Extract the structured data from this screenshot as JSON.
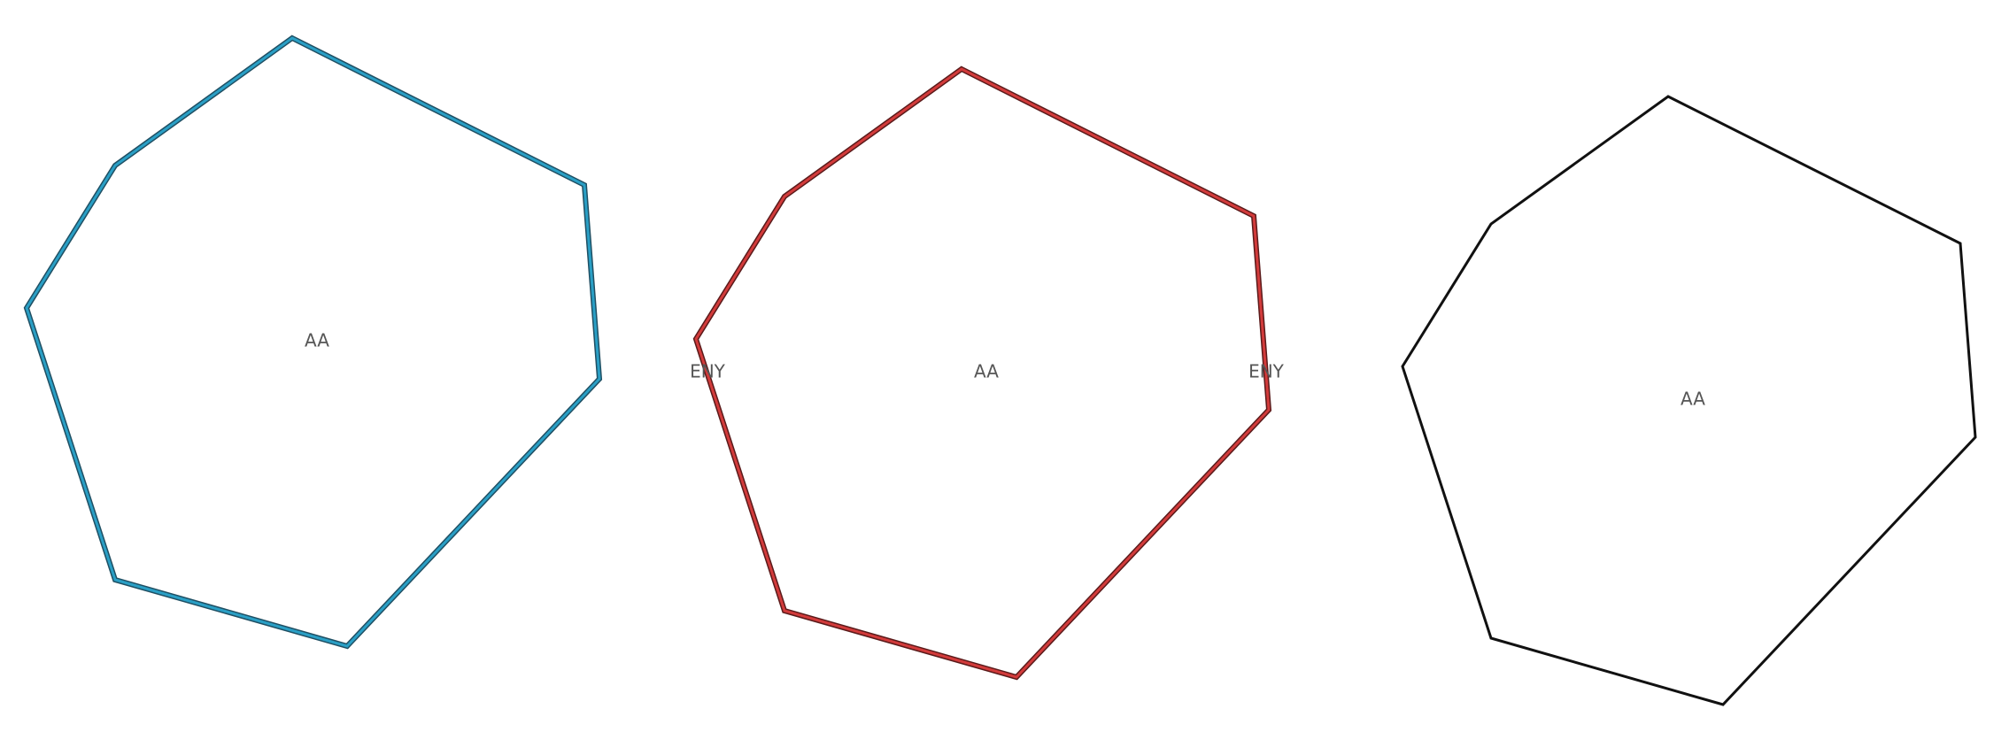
{
  "diagram": {
    "panels": [
      {
        "style": "double-outline",
        "stroke_color": "#2a9fc5",
        "center_label": "AA",
        "edge_labels": []
      },
      {
        "style": "double-outline",
        "stroke_color": "#d23b3b",
        "center_label": "AA",
        "edge_labels": [
          "ENY",
          "ENY"
        ]
      },
      {
        "style": "single-outline",
        "stroke_color": "#111111",
        "center_label": "AA",
        "edge_labels": []
      }
    ]
  }
}
